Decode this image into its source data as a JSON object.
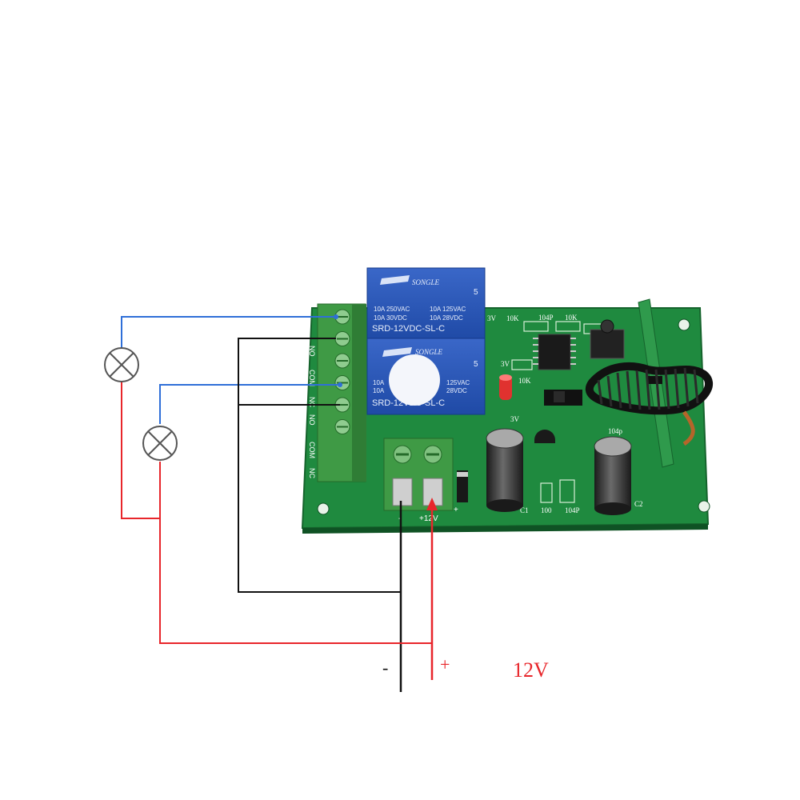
{
  "relay1": {
    "brand": "SONGLE",
    "rating_left": [
      "10A 250VAC",
      "10A  30VDC"
    ],
    "rating_right": [
      "10A 125VAC",
      "10A  28VDC"
    ],
    "model": "SRD-12VDC-SL-C",
    "mark": "5"
  },
  "relay2": {
    "brand": "SONGLE",
    "rating_left": [
      "10A",
      "10A"
    ],
    "rating_right": [
      "125VAC",
      "28VDC"
    ],
    "model": "SRD-12VDC-SL-C",
    "mark": "5"
  },
  "terminal_labels": [
    "NO",
    "COM",
    "NC",
    "NO",
    "COM",
    "NC"
  ],
  "silkscreen": {
    "r1": "10K",
    "r2": "10K",
    "r3": "10K",
    "cap1": "104P",
    "cap2": "104P",
    "cap3": "104p",
    "res100": "100",
    "c1": "C1",
    "c2": "C2",
    "v1": "3V",
    "v2": "3V",
    "v3": "3V"
  },
  "power_terminal": {
    "minus": "-",
    "plus_label": "+12V",
    "plus_side": "+"
  },
  "bottom_labels": {
    "minus": "-",
    "plus": "+",
    "voltage": "12V"
  },
  "colors": {
    "pcb": "#1f8a3f",
    "relay": "#2a56b8",
    "terminal": "#3f9a45",
    "wire_red": "#e8262b",
    "wire_blue": "#2f6fd8",
    "wire_black": "#111111",
    "label_red": "#e8262b"
  }
}
